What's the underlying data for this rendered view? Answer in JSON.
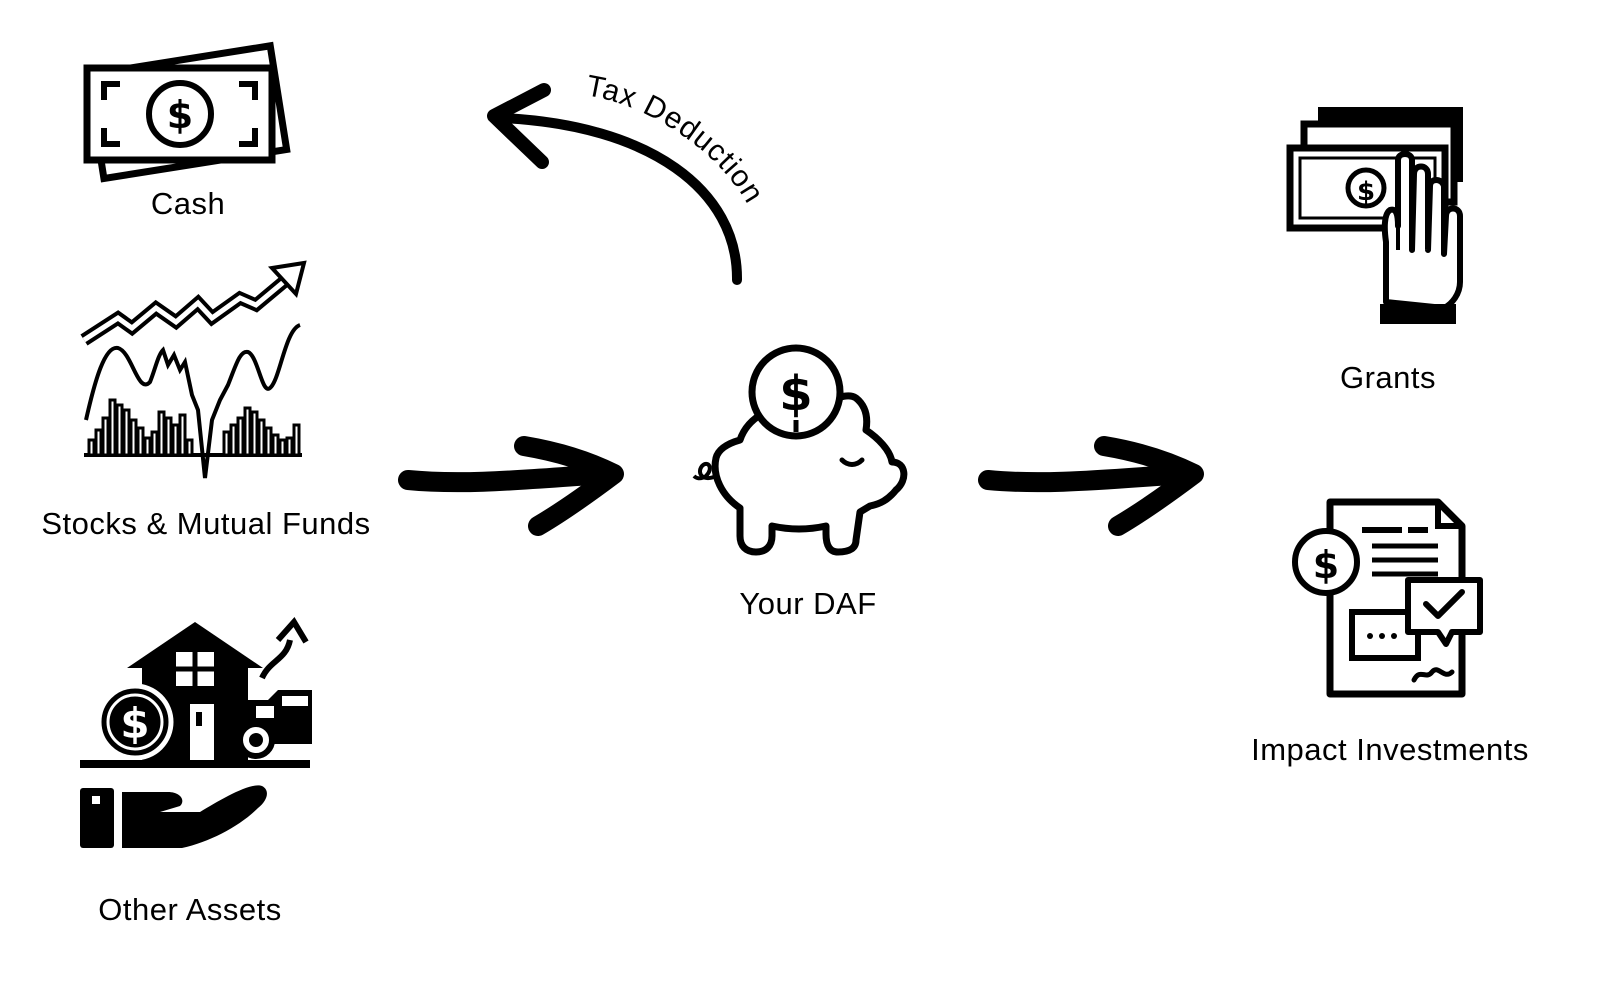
{
  "sources": {
    "cash": {
      "label": "Cash",
      "icon": "cash-banknote-icon"
    },
    "stocks": {
      "label": "Stocks & Mutual Funds",
      "icon": "stock-chart-icon"
    },
    "other": {
      "label": "Other Assets",
      "icon": "property-assets-hand-icon"
    }
  },
  "center": {
    "label": "Your DAF",
    "icon": "piggy-bank-icon"
  },
  "tax": {
    "label": "Tax Deduction",
    "icon": "curved-arrow-icon"
  },
  "outputs": {
    "grants": {
      "label": "Grants",
      "icon": "hand-money-icon"
    },
    "impact": {
      "label": "Impact Investments",
      "icon": "investment-document-icon"
    }
  },
  "colors": {
    "ink": "#000000",
    "background": "#ffffff"
  }
}
